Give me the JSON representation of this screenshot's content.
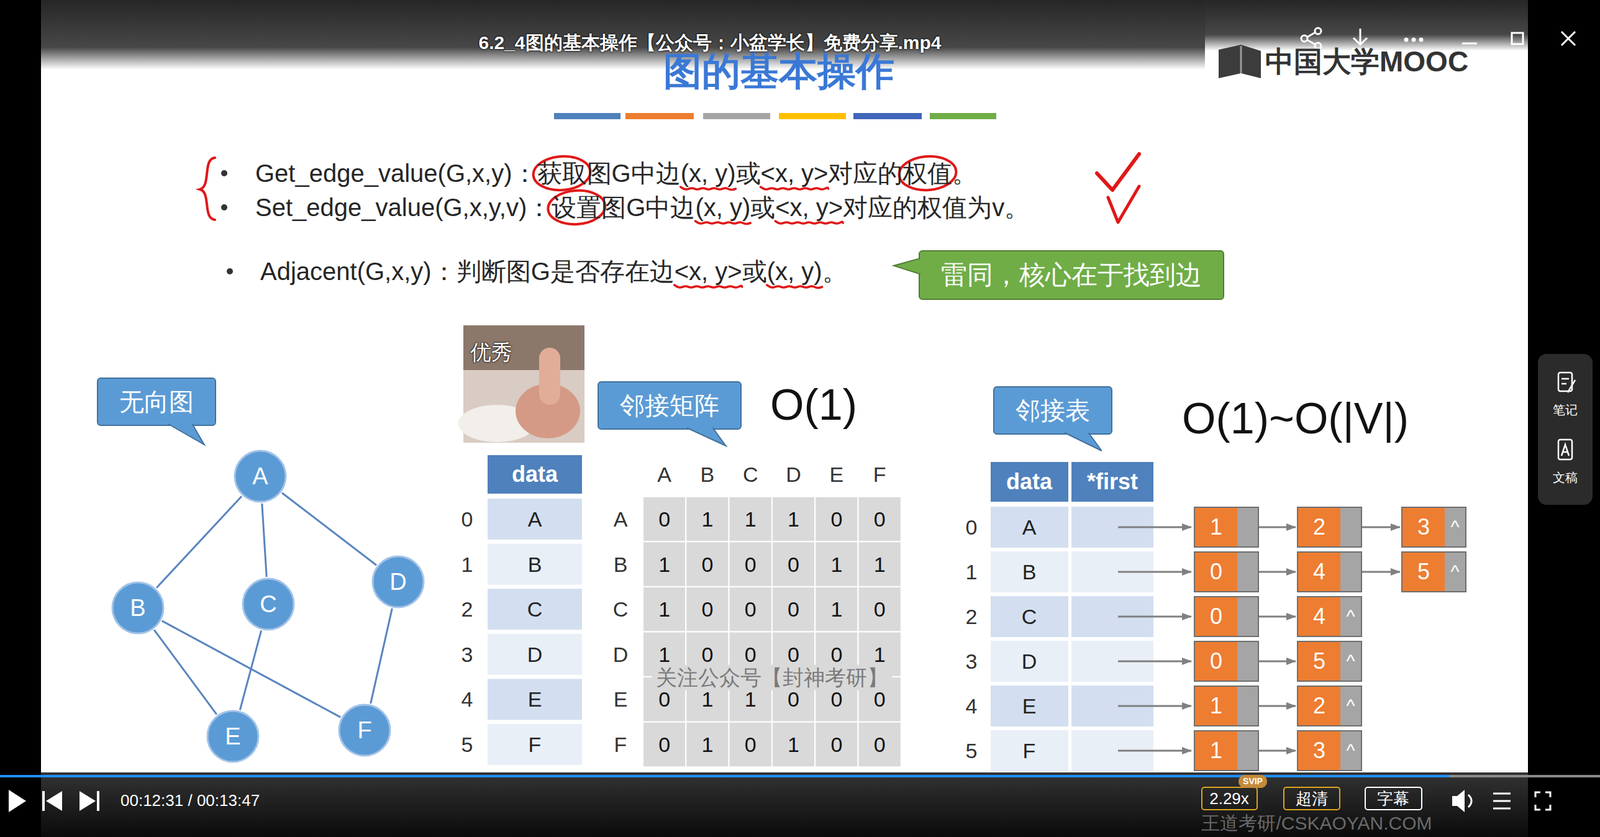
{
  "diagram": {
    "title": "图的基本操作",
    "nodes": [
      {
        "text": [
          "雷同，核心在于找到边"
        ]
      },
      {
        "text": [
          "无向图"
        ]
      },
      {
        "text": [
          "邻接矩阵"
        ]
      },
      {
        "text": [
          "邻接表"
        ]
      },
      {
        "text": [
          "A"
        ]
      },
      {
        "text": [
          "B"
        ]
      },
      {
        "text": [
          "C"
        ]
      },
      {
        "text": [
          "D"
        ]
      },
      {
        "text": [
          "E"
        ]
      },
      {
        "text": [
          "F"
        ]
      },
      {
        "text": [
          "1"
        ]
      },
      {
        "text": [
          "2"
        ]
      },
      {
        "text": [
          "3",
          "^"
        ]
      },
      {
        "text": [
          "0"
        ]
      },
      {
        "text": [
          "4"
        ]
      },
      {
        "text": [
          "5",
          "^"
        ]
      },
      {
        "text": [
          "0"
        ]
      },
      {
        "text": [
          "4",
          "^"
        ]
      },
      {
        "text": [
          "0"
        ]
      },
      {
        "text": [
          "5",
          "^"
        ]
      },
      {
        "text": [
          "1"
        ]
      },
      {
        "text": [
          "2",
          "^"
        ]
      },
      {
        "text": [
          "1"
        ]
      },
      {
        "text": [
          "3",
          "^"
        ]
      }
    ],
    "edges": [
      {
        "from": 4,
        "to": 5,
        "arrow": "none"
      },
      {
        "from": 4,
        "to": 6,
        "arrow": "none"
      },
      {
        "from": 4,
        "to": 7,
        "arrow": "none"
      },
      {
        "from": 5,
        "to": 8,
        "arrow": "none"
      },
      {
        "from": 5,
        "to": 9,
        "arrow": "none"
      },
      {
        "from": 6,
        "to": 8,
        "arrow": "none"
      },
      {
        "from": 7,
        "to": 9,
        "arrow": "none"
      },
      {
        "from": 10,
        "to": 11,
        "arrow": "to"
      },
      {
        "from": 11,
        "to": 12,
        "arrow": "to"
      },
      {
        "from": 13,
        "to": 14,
        "arrow": "to"
      },
      {
        "from": 14,
        "to": 15,
        "arrow": "to"
      },
      {
        "from": 16,
        "to": 17,
        "arrow": "to"
      },
      {
        "from": 18,
        "to": 19,
        "arrow": "to"
      },
      {
        "from": 20,
        "to": 21,
        "arrow": "to"
      },
      {
        "from": 22,
        "to": 23,
        "arrow": "to"
      }
    ],
    "labels": [
      "6.2_4图的基本操作【公众号：小盆学长】免费分享.mp4",
      "中国大学MOOC",
      "Get_edge_value(G,x,y)：获取图G中边(x, y)或<x, y>对应的权值。",
      "Set_edge_value(G,x,y,v)：设置图G中边(x, y)或<x, y>对应的权值为v。",
      "Adjacent(G,x,y)：判断图G是否存在边<x, y>或(x, y)。",
      "优秀",
      "O(1)",
      "O(1)~O(|V|)",
      "data",
      "0",
      "A",
      "1",
      "B",
      "2",
      "C",
      "3",
      "D",
      "4",
      "E",
      "5",
      "F",
      "A",
      "B",
      "C",
      "D",
      "E",
      "F",
      "A",
      "0",
      "1",
      "1",
      "1",
      "0",
      "0",
      "B",
      "1",
      "0",
      "0",
      "0",
      "1",
      "1",
      "C",
      "1",
      "0",
      "0",
      "0",
      "1",
      "0",
      "D",
      "1",
      "0",
      "0",
      "0",
      "0",
      "1",
      "E",
      "0",
      "1",
      "1",
      "0",
      "0",
      "0",
      "F",
      "0",
      "1",
      "0",
      "1",
      "0",
      "0",
      "data",
      "*first",
      "0",
      "A",
      "1",
      "B",
      "2",
      "C",
      "3",
      "D",
      "4",
      "E",
      "5",
      "F",
      "关注公众号【封神考研】",
      "00:12:31 / 00:13:47",
      "2.29x",
      "SVIP",
      "超清",
      "字幕",
      "王道考研/CSKAOYAN.COM",
      "笔记",
      "文稿"
    ]
  }
}
